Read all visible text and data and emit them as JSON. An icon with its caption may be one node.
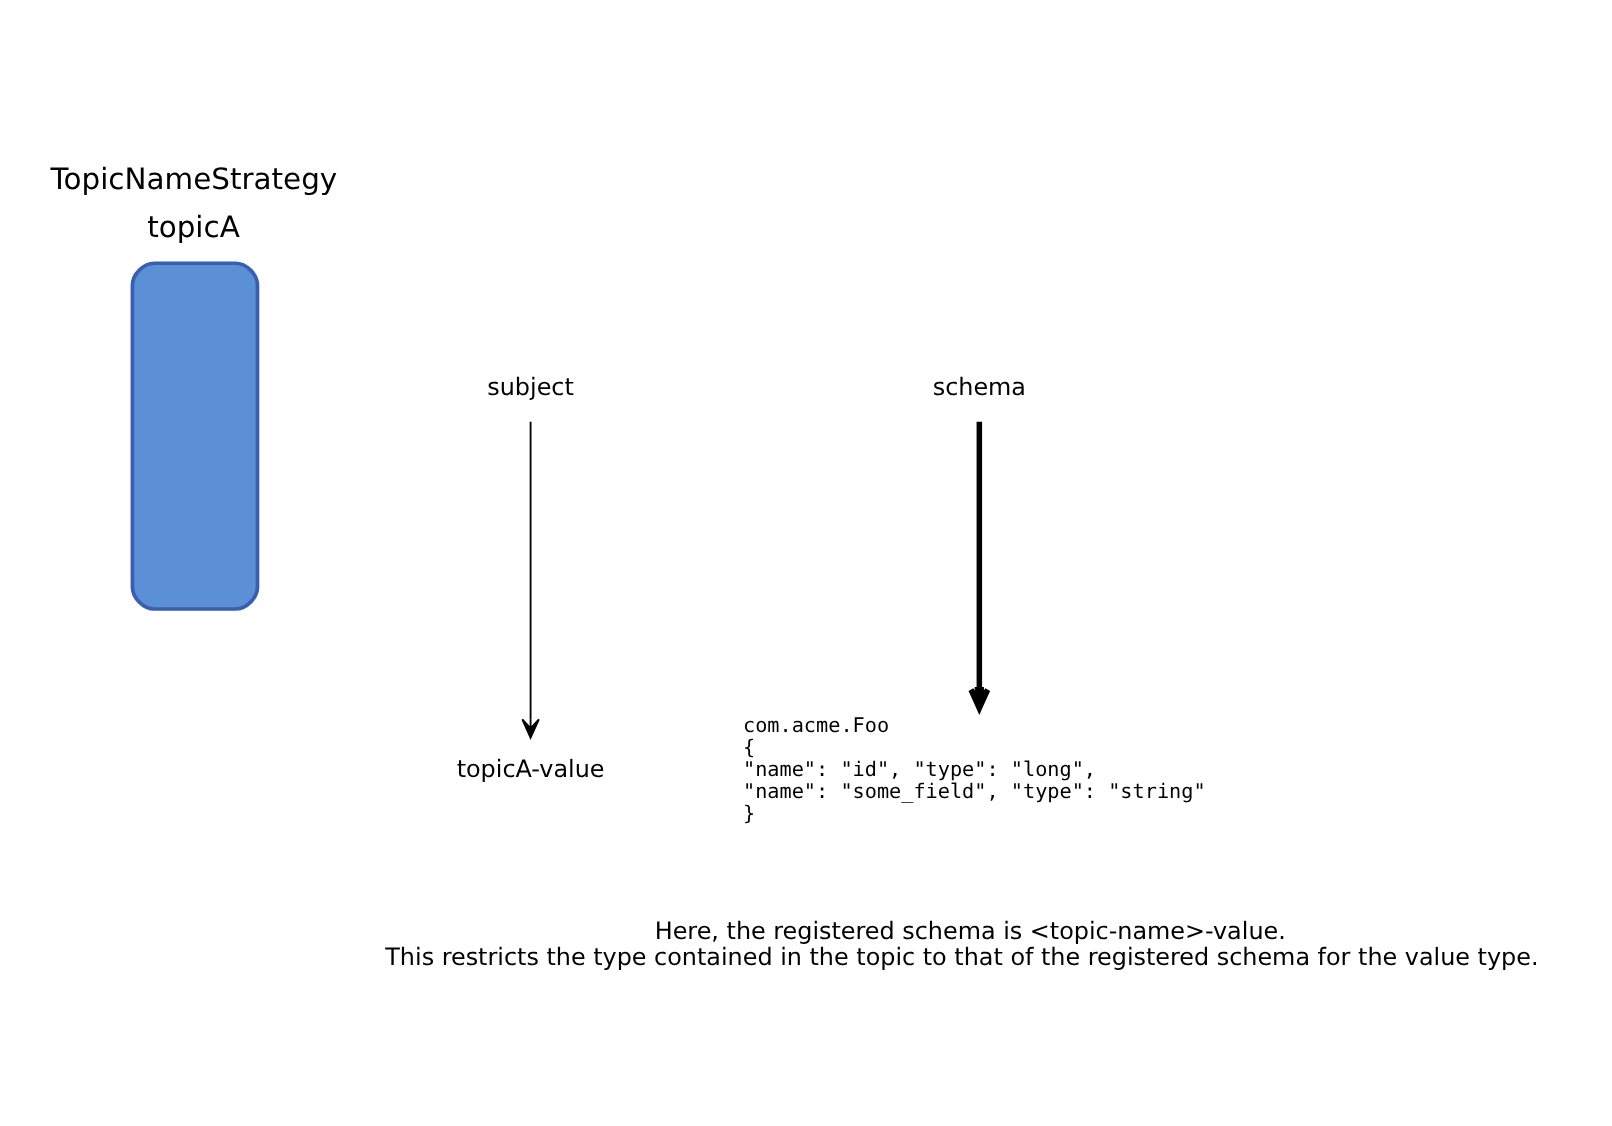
{
  "diagram": {
    "nodes": [
      {
        "text": [
          "TopicNameStrategy",
          "topicA"
        ]
      },
      {
        "text": [
          "subject"
        ]
      },
      {
        "text": [
          "topicA-value"
        ]
      },
      {
        "text": [
          "schema"
        ]
      },
      {
        "text": [
          "com.acme.Foo",
          "{",
          "\"name\": \"id\", \"type\": \"long\",",
          "\"name\": \"some_field\", \"type\": \"string\"",
          "}"
        ]
      }
    ],
    "edges": [
      {
        "from": 1,
        "to": 2,
        "arrow": "to"
      },
      {
        "from": 3,
        "to": 4,
        "arrow": "to",
        "style": "thick"
      }
    ],
    "labels": [
      "Here, the registered schema is <topic-name>-value. This restricts the type contained in the topic to that of the registered schema for the value type."
    ]
  }
}
